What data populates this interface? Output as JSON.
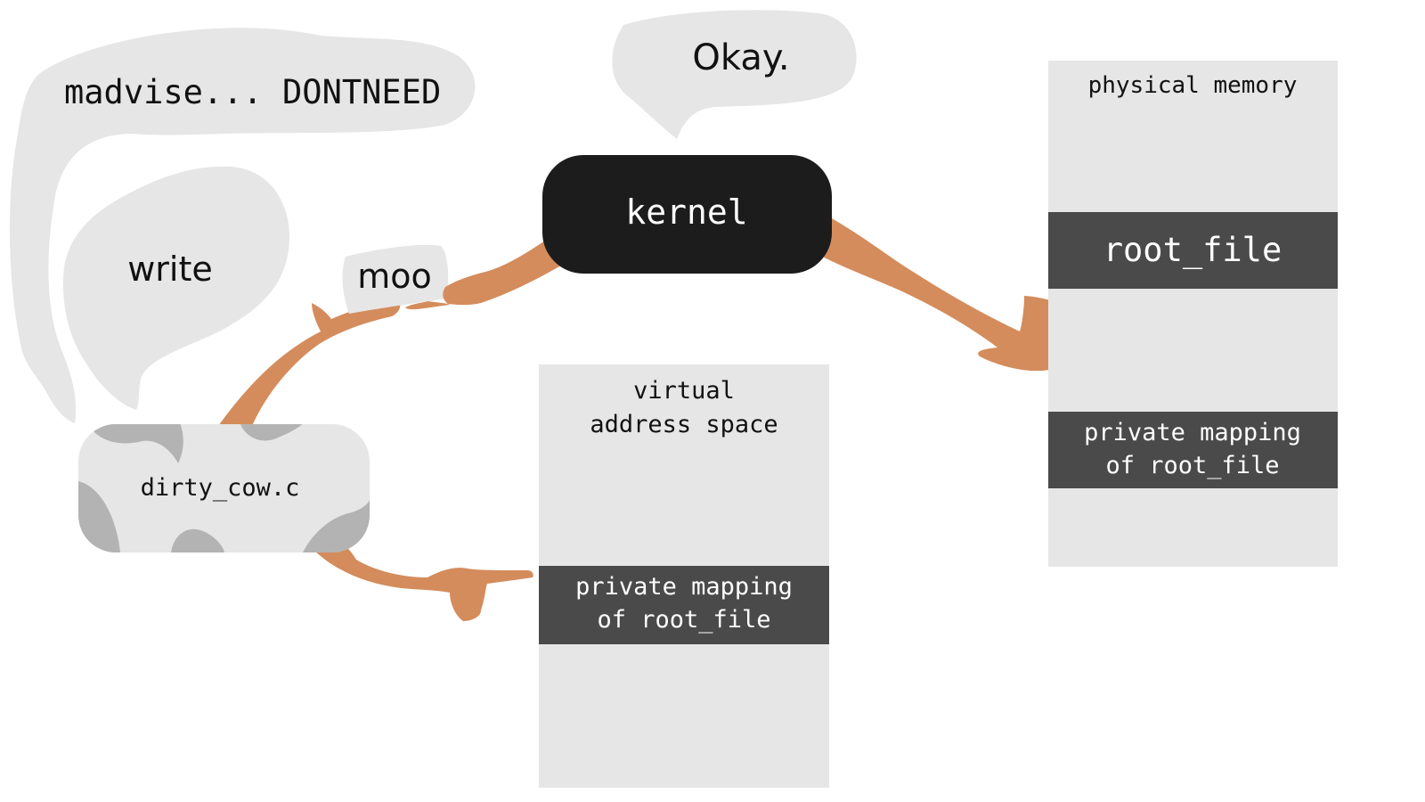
{
  "bubbles": {
    "madvise": "madvise... DONTNEED",
    "write": "write",
    "moo": "moo",
    "okay": "Okay."
  },
  "nodes": {
    "kernel": "kernel",
    "dirty_cow": "dirty_cow.c"
  },
  "virtual_space": {
    "title_line1": "virtual",
    "title_line2": "address space",
    "mapping_line1": "private mapping",
    "mapping_line2": "of root_file"
  },
  "physical_memory": {
    "title": "physical memory",
    "root_file": "root_file",
    "mapping_line1": "private mapping",
    "mapping_line2": "of root_file"
  },
  "colors": {
    "bubble": "#e6e6e6",
    "arm": "#d48c5c",
    "kernel_box": "#1c1c1c",
    "dark_block": "#4a4a4a",
    "memory_panel": "#e6e6e6",
    "cow_spots": "#b3b3b3"
  }
}
